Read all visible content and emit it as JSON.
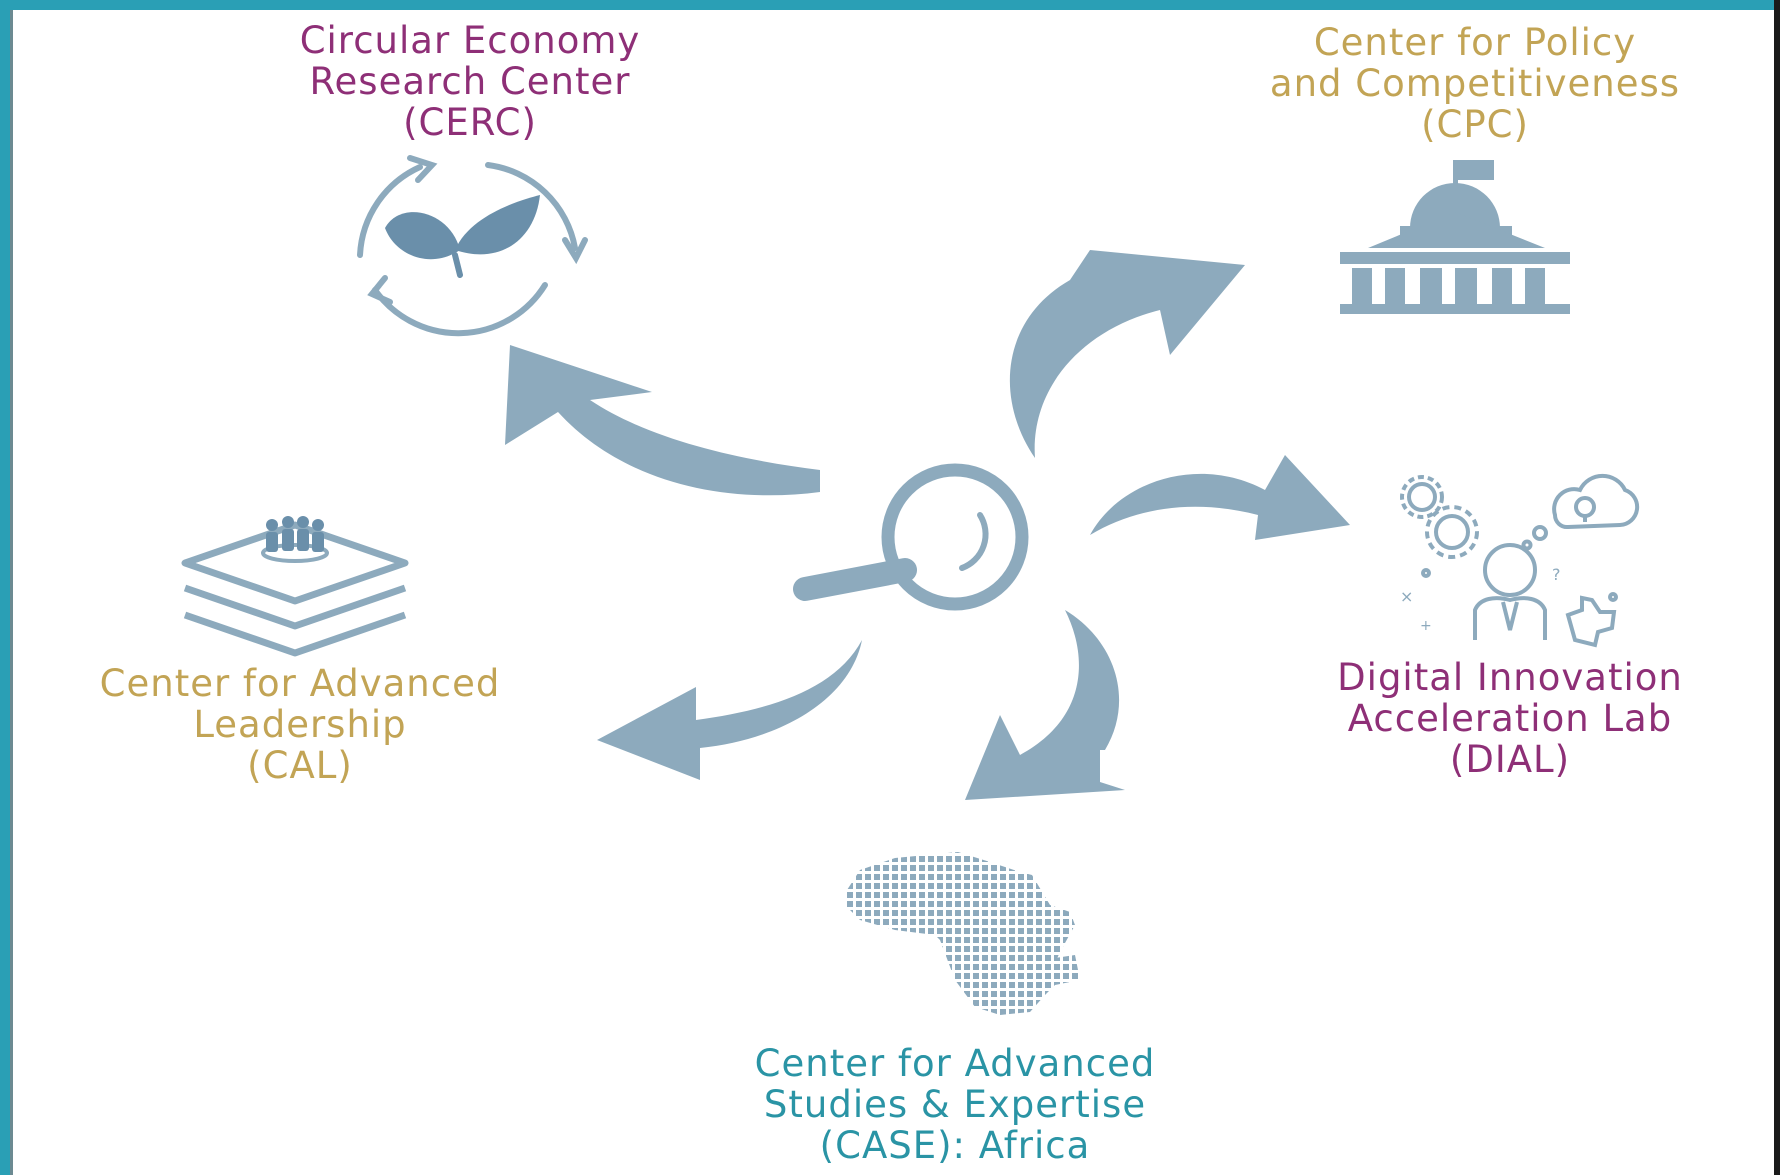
{
  "colors": {
    "accent_blue": "#8daabd",
    "frame_teal": "#2a9fb5",
    "purple": "#8e2f77",
    "gold": "#c2a455",
    "teal": "#2a94a5"
  },
  "hub": {
    "icon": "magnifying-glass-icon"
  },
  "centers": {
    "cerc": {
      "icon": "recycle-leaf-icon",
      "lines": [
        "Circular Economy",
        "Research Center",
        "(CERC)"
      ]
    },
    "cpc": {
      "icon": "government-building-icon",
      "lines": [
        "Center for Policy",
        "and Competitiveness",
        "(CPC)"
      ]
    },
    "dial": {
      "icon": "innovator-gears-icon",
      "lines": [
        "Digital Innovation",
        "Acceleration Lab",
        "(DIAL)"
      ]
    },
    "case": {
      "icon": "africa-map-icon",
      "lines": [
        "Center for Advanced",
        "Studies & Expertise",
        "(CASE): Africa"
      ]
    },
    "cal": {
      "icon": "leadership-stack-icon",
      "lines": [
        "Center for Advanced",
        "Leadership",
        "(CAL)"
      ]
    }
  }
}
